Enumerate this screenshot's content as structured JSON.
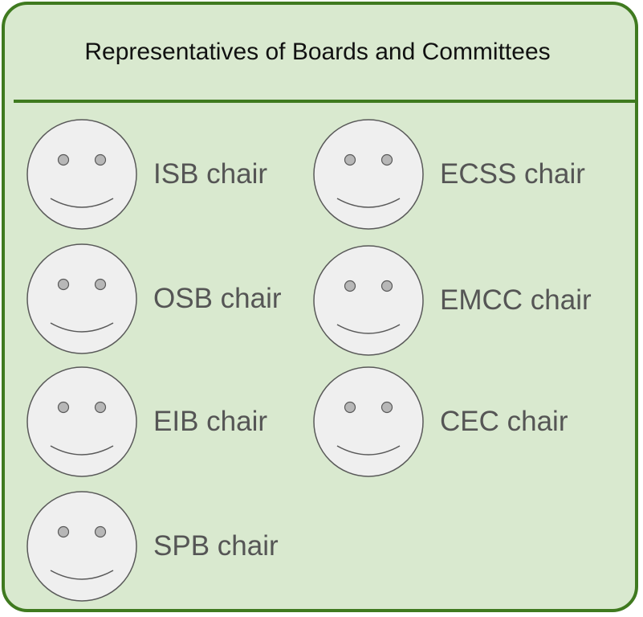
{
  "title": "Representatives of Boards and Committees",
  "members": [
    {
      "label": "ISB chair"
    },
    {
      "label": "ECSS chair"
    },
    {
      "label": "OSB chair"
    },
    {
      "label": "EMCC chair"
    },
    {
      "label": "EIB chair"
    },
    {
      "label": "CEC chair"
    },
    {
      "label": "SPB chair"
    }
  ],
  "colors": {
    "border": "#3f7a1f",
    "background": "#d9e9cf",
    "face_fill": "#efefef",
    "face_stroke": "#595959",
    "eye_fill": "#b7b7b7",
    "label_text": "#555555"
  },
  "icons": {
    "member_icon": "smiley-face-icon"
  }
}
